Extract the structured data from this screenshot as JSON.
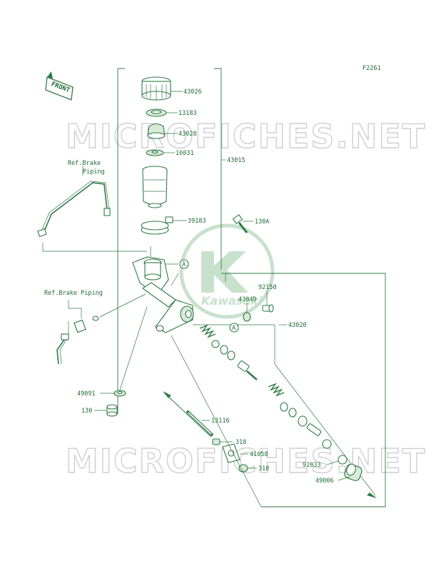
{
  "figure_id": "F2261",
  "front_label": "FRONT",
  "watermark": "MICROFICHES.NET",
  "logo_text": "Kawasaki",
  "ref_labels": {
    "brake_piping_top_line1": "Ref.Brake",
    "brake_piping_top_line2": "Piping",
    "brake_piping_mid": "Ref.Brake Piping"
  },
  "callout_A": "A",
  "part_numbers": {
    "p43026": "43026",
    "p13183": "13183",
    "p43028": "43028",
    "p16031": "16031",
    "p43015": "43015",
    "p39183": "39183",
    "p130A": "130A",
    "p92150": "92150",
    "p43049": "43049",
    "p43020": "43020",
    "p49091": "49091",
    "p130": "130",
    "p13116": "13116",
    "p318a": "318",
    "p41058": "41058",
    "p318b": "318",
    "p92033": "92033",
    "p49006": "49006"
  },
  "colors": {
    "line": "#2f7a45",
    "label": "#1f6b35",
    "watermark": "#cfcfcf"
  }
}
